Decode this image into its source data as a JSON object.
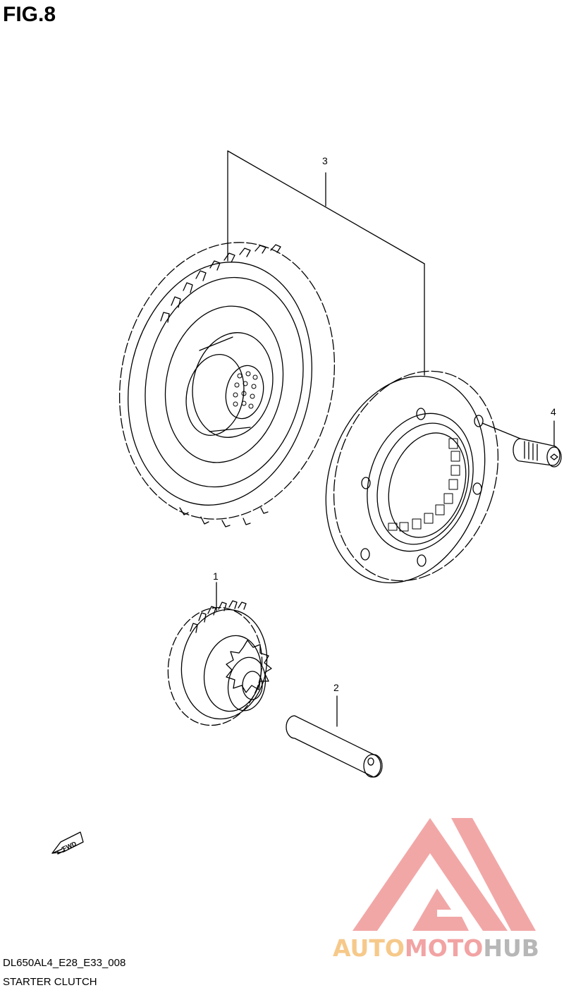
{
  "figure": {
    "title": "FIG.8",
    "code": "DL650AL4_E28_E33_008",
    "caption": "STARTER CLUTCH"
  },
  "callouts": [
    {
      "number": "1",
      "part": "starter-driven-gear"
    },
    {
      "number": "2",
      "part": "shaft"
    },
    {
      "number": "3",
      "part": "starter-clutch-assembly"
    },
    {
      "number": "4",
      "part": "bolt"
    }
  ],
  "direction_arrow": {
    "label": "FWD"
  },
  "watermark": {
    "word_part_1": "AUTO",
    "word_part_2": "MOTO",
    "word_part_3": "HUB",
    "colors": {
      "auto": "#f6c98a",
      "moto": "#f2a3a3",
      "hub": "#b7b7b7",
      "triangle": "#f2a3a3"
    }
  }
}
